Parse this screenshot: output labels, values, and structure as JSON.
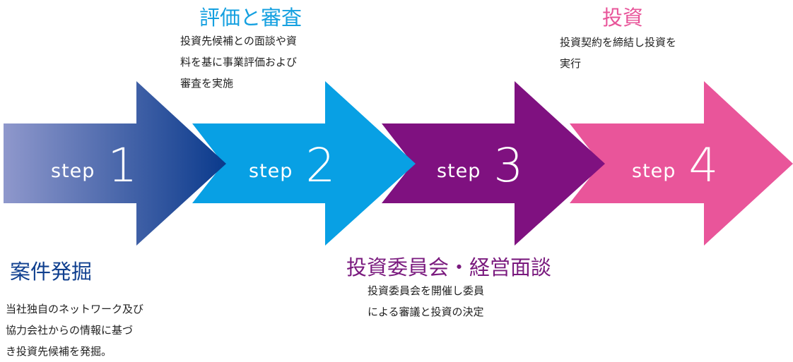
{
  "colors": {
    "step1_start": "#8f98cc",
    "step1_end": "#0a3a8c",
    "step2": "#08a0e4",
    "step3": "#7f1180",
    "step4": "#e9559a",
    "title1": "#0f3f8f",
    "title2": "#14a0e0",
    "title3": "#7a1a7e",
    "title4": "#e8559a"
  },
  "steps": [
    {
      "word": "step",
      "number": "1",
      "title": "案件発掘",
      "description": [
        "当社独自のネットワーク及び",
        "協力会社からの情報に基づ",
        "き投資先候補を発掘。"
      ]
    },
    {
      "word": "step",
      "number": "2",
      "title": "評価と審査",
      "description": [
        "投資先候補との面談や資",
        "料を基に事業評価および",
        "審査を実施"
      ]
    },
    {
      "word": "step",
      "number": "3",
      "title": "投資委員会・経営面談",
      "description": [
        "投資委員会を開催し委員",
        "による審議と投資の決定"
      ]
    },
    {
      "word": "step",
      "number": "4",
      "title": "投資",
      "description": [
        "投資契約を締結し投資を",
        "実行"
      ]
    }
  ]
}
